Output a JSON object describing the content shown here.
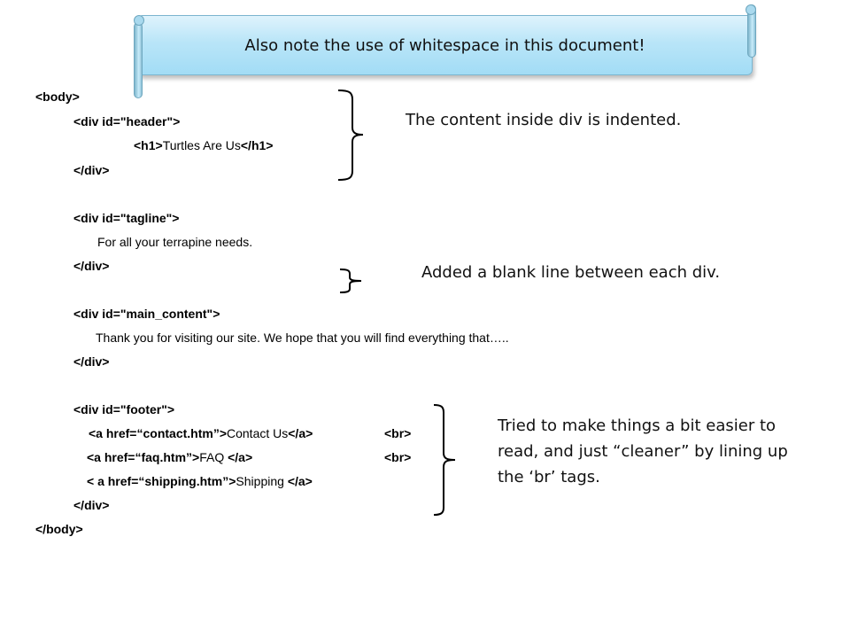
{
  "banner": {
    "text": "Also note the use of whitespace in this document!"
  },
  "code": {
    "body_open": "<body>",
    "header_open": "<div id=\"header\">",
    "h1_open": "<h1>",
    "h1_text": "Turtles Are Us",
    "h1_close": "</h1>",
    "header_close": "</div>",
    "tagline_open": "<div id=\"tagline\">",
    "tagline_text": "For all your terrapine needs.",
    "tagline_close": "</div>",
    "main_open": "<div id=\"main_content\">",
    "main_text": "Thank you for visiting our site. We hope that you will find everything that…..",
    "main_close": "</div>",
    "footer_open": "<div id=\"footer\">",
    "link1_open": "<a href=“contact.htm”>",
    "link1_text": "Contact Us",
    "link1_close": "</a>",
    "link1_br": "<br>",
    "link2_open": "<a href=“faq.htm”>",
    "link2_text": "FAQ ",
    "link2_close": "</a>",
    "link2_br": "<br>",
    "link3_open": "< a href=“shipping.htm”>",
    "link3_text": "Shipping ",
    "link3_close": "</a>",
    "footer_close": "</div>",
    "body_close": "</body>"
  },
  "notes": {
    "indent": "The content inside div is indented.",
    "blank_line": "Added a blank line between each div.",
    "br_tags": "Tried to make things a bit easier to read, and just “cleaner” by lining up the ‘br’ tags."
  }
}
